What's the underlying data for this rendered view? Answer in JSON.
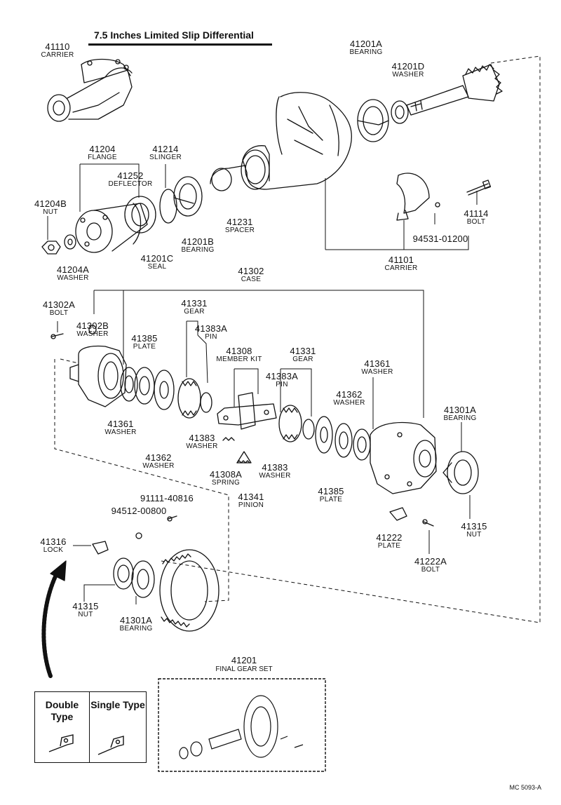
{
  "title": "7.5 Inches Limited Slip Differential",
  "footer_code": "MC 5093-A",
  "parts": [
    {
      "id": "p41110",
      "number": "41110",
      "name": "CARRIER"
    },
    {
      "id": "p41201A_top",
      "number": "41201A",
      "name": "BEARING"
    },
    {
      "id": "p41201D",
      "number": "41201D",
      "name": "WASHER"
    },
    {
      "id": "p41204",
      "number": "41204",
      "name": "FLANGE"
    },
    {
      "id": "p41214",
      "number": "41214",
      "name": "SLINGER"
    },
    {
      "id": "p41252",
      "number": "41252",
      "name": "DEFLECTOR"
    },
    {
      "id": "p41204B",
      "number": "41204B",
      "name": "NUT"
    },
    {
      "id": "p41231",
      "number": "41231",
      "name": "SPACER"
    },
    {
      "id": "p41201B",
      "number": "41201B",
      "name": "BEARING"
    },
    {
      "id": "p41201C",
      "number": "41201C",
      "name": "SEAL"
    },
    {
      "id": "p41204A",
      "number": "41204A",
      "name": "WASHER"
    },
    {
      "id": "p41114",
      "number": "41114",
      "name": "BOLT"
    },
    {
      "id": "p94531",
      "number": "94531-01200",
      "name": ""
    },
    {
      "id": "p41101",
      "number": "41101",
      "name": "CARRIER"
    },
    {
      "id": "p41302",
      "number": "41302",
      "name": "CASE"
    },
    {
      "id": "p41302A",
      "number": "41302A",
      "name": "BOLT"
    },
    {
      "id": "p41302B",
      "number": "41302B",
      "name": "WASHER"
    },
    {
      "id": "p41331_l",
      "number": "41331",
      "name": "GEAR"
    },
    {
      "id": "p41383A_l",
      "number": "41383A",
      "name": "PIN"
    },
    {
      "id": "p41385_l",
      "number": "41385",
      "name": "PLATE"
    },
    {
      "id": "p41308",
      "number": "41308",
      "name": "MEMBER KIT"
    },
    {
      "id": "p41331_r",
      "number": "41331",
      "name": "GEAR"
    },
    {
      "id": "p41383A_r",
      "number": "41383A",
      "name": "PIN"
    },
    {
      "id": "p41361_r",
      "number": "41361",
      "name": "WASHER"
    },
    {
      "id": "p41362_r",
      "number": "41362",
      "name": "WASHER"
    },
    {
      "id": "p41301A_r",
      "number": "41301A",
      "name": "BEARING"
    },
    {
      "id": "p41361_l",
      "number": "41361",
      "name": "WASHER"
    },
    {
      "id": "p41362_l",
      "number": "41362",
      "name": "WASHER"
    },
    {
      "id": "p41383_l",
      "number": "41383",
      "name": "WASHER"
    },
    {
      "id": "p41308A",
      "number": "41308A",
      "name": "SPRING"
    },
    {
      "id": "p41383_r",
      "number": "41383",
      "name": "WASHER"
    },
    {
      "id": "p41341",
      "number": "41341",
      "name": "PINION"
    },
    {
      "id": "p41385_r",
      "number": "41385",
      "name": "PLATE"
    },
    {
      "id": "p91111",
      "number": "91111-40816",
      "name": ""
    },
    {
      "id": "p94512",
      "number": "94512-00800",
      "name": ""
    },
    {
      "id": "p41222",
      "number": "41222",
      "name": "PLATE"
    },
    {
      "id": "p41315_r",
      "number": "41315",
      "name": "NUT"
    },
    {
      "id": "p41222A",
      "number": "41222A",
      "name": "BOLT"
    },
    {
      "id": "p41316",
      "number": "41316",
      "name": "LOCK"
    },
    {
      "id": "p41315_l",
      "number": "41315",
      "name": "NUT"
    },
    {
      "id": "p41301A_l",
      "number": "41301A",
      "name": "BEARING"
    }
  ],
  "final_gear_set": {
    "number": "41201",
    "name": "FINAL GEAR SET"
  },
  "type_box": {
    "double_label": "Double Type",
    "single_label": "Single Type"
  }
}
